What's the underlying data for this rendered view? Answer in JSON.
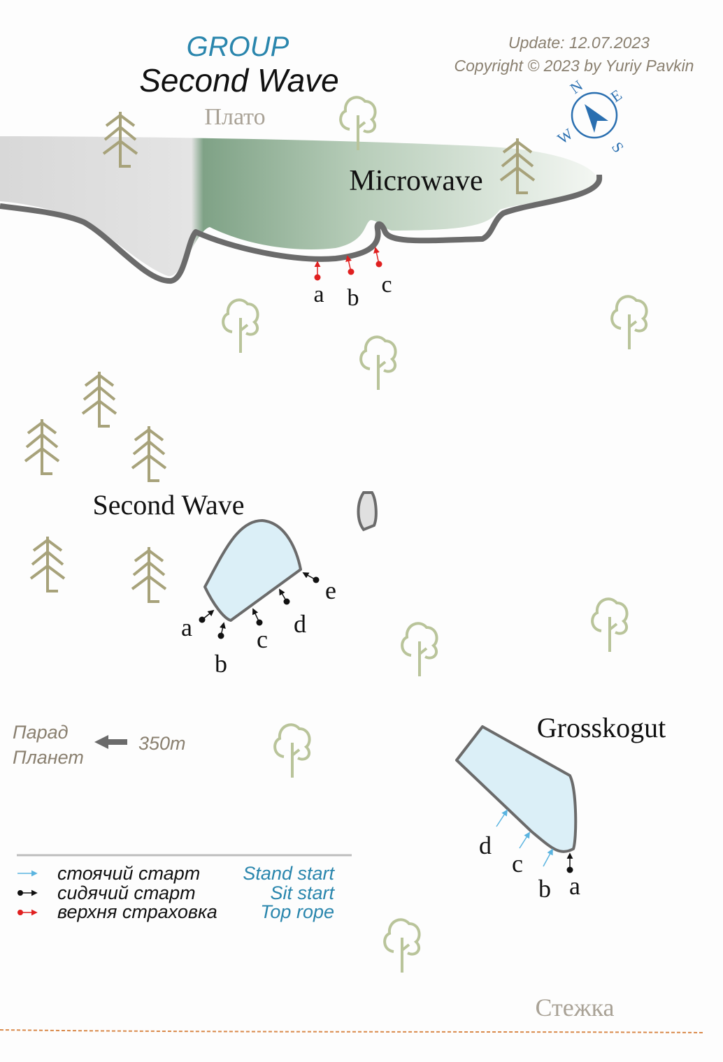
{
  "header": {
    "group_label": "GROUP",
    "group_name": "Second Wave",
    "update": "Update: 12.07.2023",
    "copyright": "Copyright © 2023 by Yuriy Pavkin"
  },
  "compass": {
    "n": "N",
    "e": "E",
    "s": "S",
    "w": "W",
    "icon": "compass-icon"
  },
  "areas": {
    "plateau": "Плато",
    "path": "Стежка",
    "parade": [
      "Парад",
      "Планет"
    ],
    "parade_distance": "350m"
  },
  "boulders": {
    "microwave": {
      "name": "Microwave",
      "problems": [
        "a",
        "b",
        "c"
      ]
    },
    "second_wave": {
      "name": "Second Wave",
      "problems": [
        "a",
        "b",
        "c",
        "d",
        "e"
      ]
    },
    "grosskogut": {
      "name": "Grosskogut",
      "problems": [
        "a",
        "b",
        "c",
        "d"
      ]
    }
  },
  "legend": {
    "stand_ua": "стоячий старт",
    "sit_ua": "сидячий старт",
    "top_ua": "верхня страховка",
    "stand_en": "Stand start",
    "sit_en": "Sit start",
    "top_en": "Top rope"
  },
  "colors": {
    "title_blue": "#2a86ad",
    "stand": "#5ab4e0",
    "sit": "#111111",
    "top": "#e02020",
    "tree": "#a7a27a",
    "tree_leaf": "#b9c49a",
    "boulder_fill": "#dbeff7",
    "outline": "#6b6b6b",
    "gray_text": "#8a8070",
    "path": "#d9894a"
  }
}
